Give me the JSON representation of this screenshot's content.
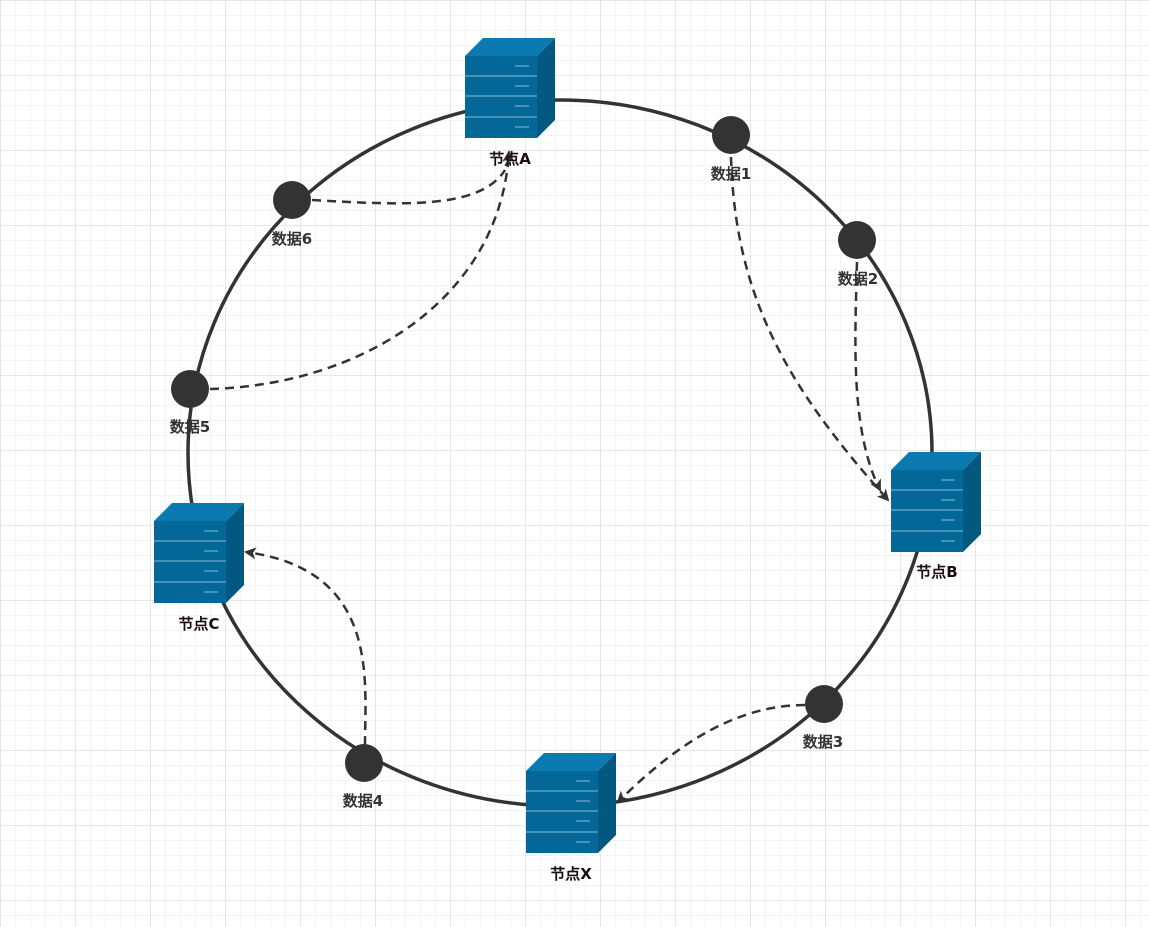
{
  "colors": {
    "ring": "#333333",
    "data_dot": "#333333",
    "server_front": "#036897",
    "server_top": "#0a7ab0",
    "server_side": "#02587f",
    "server_line": "#5a9fc4",
    "arrow": "#333333"
  },
  "nodes": [
    {
      "id": "A",
      "label": "节点A",
      "icon": "server-icon"
    },
    {
      "id": "B",
      "label": "节点B",
      "icon": "server-icon"
    },
    {
      "id": "C",
      "label": "节点C",
      "icon": "server-icon"
    },
    {
      "id": "X",
      "label": "节点X",
      "icon": "server-icon"
    }
  ],
  "data_points": [
    {
      "id": "1",
      "label": "数据1",
      "maps_to": "B"
    },
    {
      "id": "2",
      "label": "数据2",
      "maps_to": "B"
    },
    {
      "id": "3",
      "label": "数据3",
      "maps_to": "X"
    },
    {
      "id": "4",
      "label": "数据4",
      "maps_to": "C"
    },
    {
      "id": "5",
      "label": "数据5",
      "maps_to": "A"
    },
    {
      "id": "6",
      "label": "数据6",
      "maps_to": "A"
    }
  ]
}
